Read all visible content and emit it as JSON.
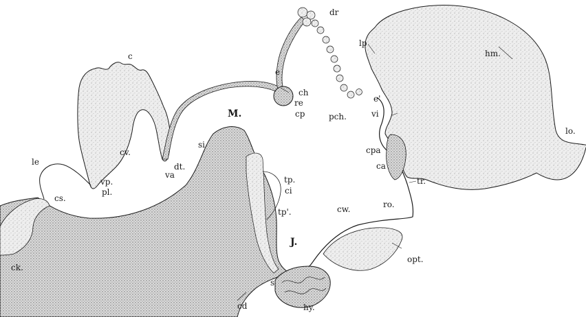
{
  "figure": {
    "ink_color": "#1a1a1a",
    "tissue_fill": "#e6e6e6",
    "dense_fill": "#d2d2d2",
    "labels": {
      "dr": "dr",
      "lp": "lp",
      "hm": "hm.",
      "e": "e",
      "c": "c",
      "ch": "ch",
      "re": "re",
      "e_prime": "e'",
      "cp": "cp",
      "M": "M.",
      "pch": "pch.",
      "vi": "vi",
      "lo": "lo.",
      "si": "si",
      "cv": "cv.",
      "dt": "dt.",
      "va": "va",
      "le": "le",
      "vp": "vp.",
      "cpa": "cpa",
      "ca": "ca",
      "tp": "tp.",
      "pl": "pl.",
      "cs": "cs.",
      "tr": "tr.",
      "ci": "ci",
      "tp_prime": "tp'.",
      "ro": "ro.",
      "cw": "cw.",
      "J": "J.",
      "ck": "ck.",
      "opt": "opt.",
      "s": "s",
      "cd": "cd",
      "hy": "hy."
    }
  }
}
